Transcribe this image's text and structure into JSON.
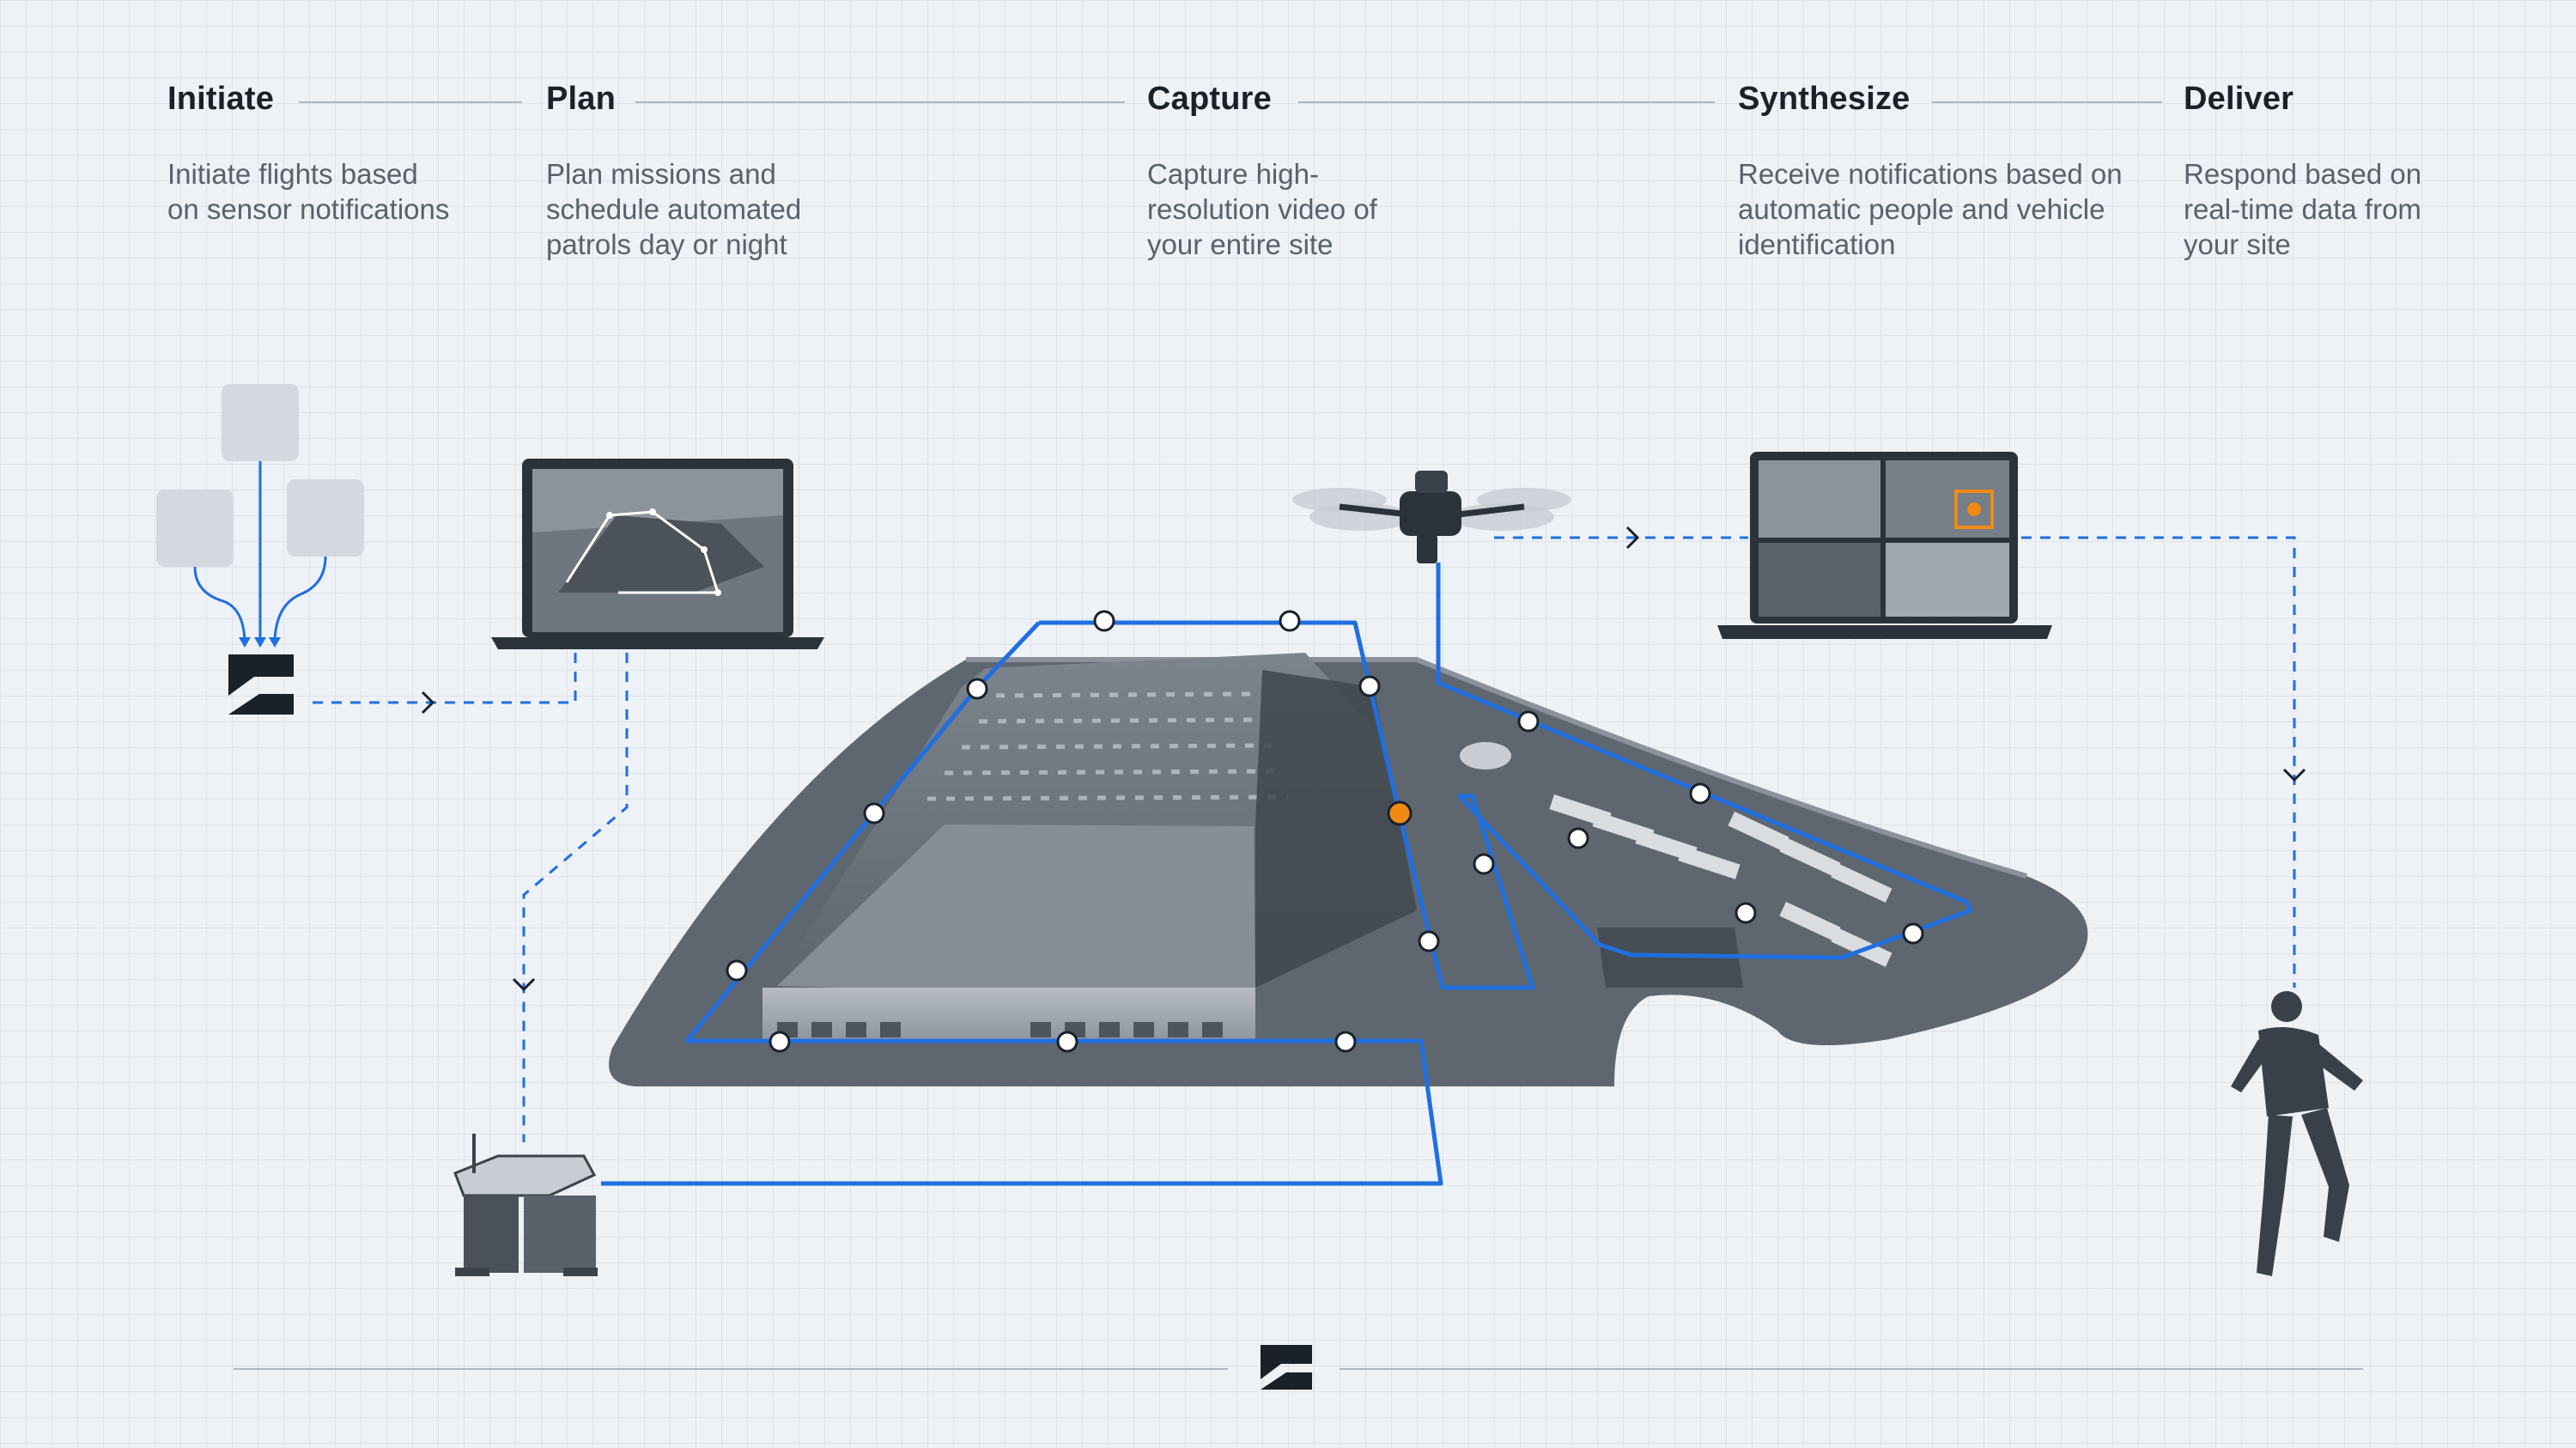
{
  "stages": [
    {
      "title": "Initiate",
      "description": "Initiate flights based on sensor notifications"
    },
    {
      "title": "Plan",
      "description": "Plan missions and schedule automated patrols day or night"
    },
    {
      "title": "Capture",
      "description": "Capture high-resolution video of your entire site"
    },
    {
      "title": "Synthesize",
      "description": "Receive notifications based on automatic people and vehicle identification"
    },
    {
      "title": "Deliver",
      "description": "Respond based on real-time data from your site"
    }
  ],
  "colors": {
    "background": "#eef1f5",
    "accent_blue": "#1f6fe0",
    "alert_orange": "#f08a12",
    "heading": "#1b2129",
    "body_text": "#59616b"
  },
  "icons": [
    "sensor-icon",
    "brand-logo-icon",
    "laptop-icon",
    "dock-station-icon",
    "drone-icon",
    "monitor-icon",
    "responder-icon",
    "arrow-icon"
  ]
}
